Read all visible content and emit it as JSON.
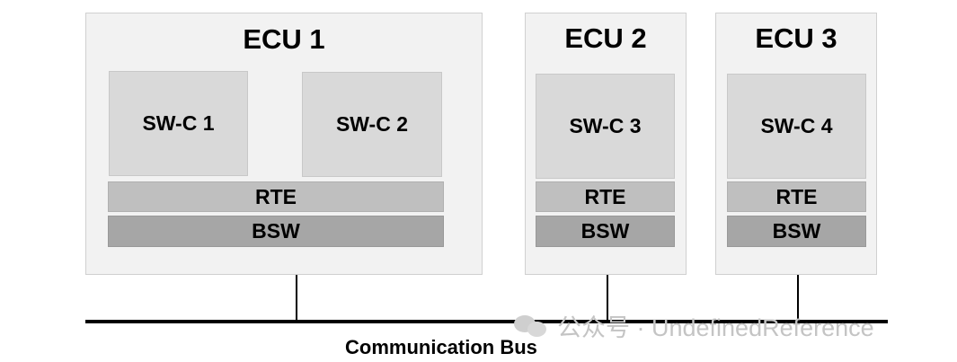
{
  "ecus": [
    {
      "title": "ECU 1",
      "swcs": [
        "SW-C 1",
        "SW-C 2"
      ],
      "rte": "RTE",
      "bsw": "BSW"
    },
    {
      "title": "ECU 2",
      "swcs": [
        "SW-C 3"
      ],
      "rte": "RTE",
      "bsw": "BSW"
    },
    {
      "title": "ECU 3",
      "swcs": [
        "SW-C 4"
      ],
      "rte": "RTE",
      "bsw": "BSW"
    }
  ],
  "bus": {
    "label": "Communication Bus"
  },
  "watermark": {
    "text": "公众号 · UndefinedReference"
  }
}
